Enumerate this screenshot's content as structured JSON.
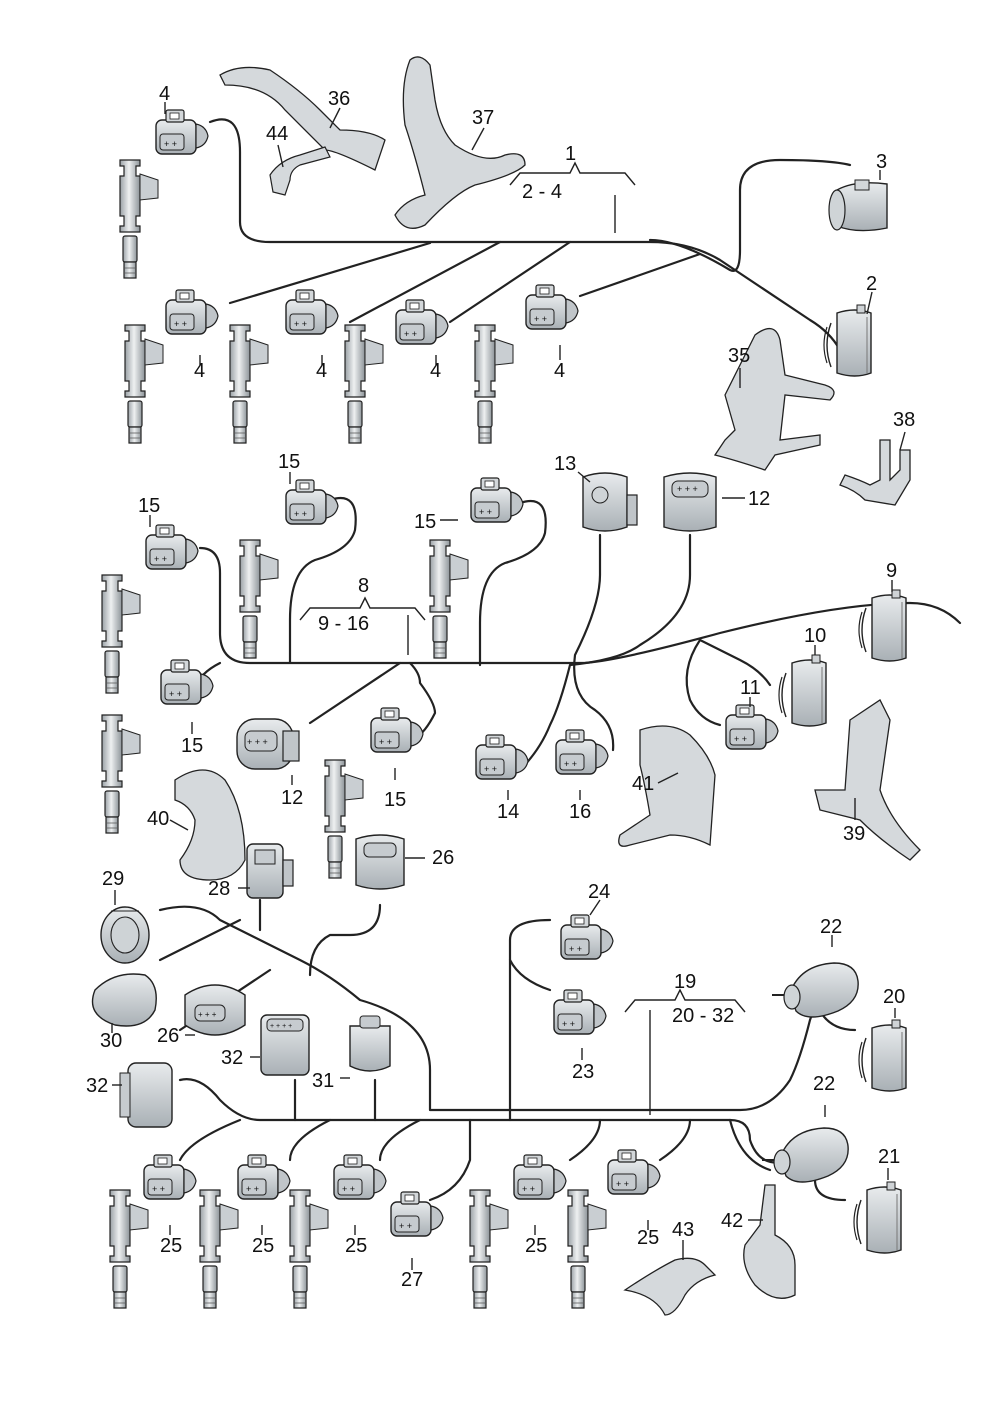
{
  "labels": {
    "l1": "1",
    "l2_4": "2 - 4",
    "l2": "2",
    "l3": "3",
    "l4": "4",
    "l8": "8",
    "l9_16": "9 - 16",
    "l9": "9",
    "l10": "10",
    "l11": "11",
    "l12": "12",
    "l13": "13",
    "l14": "14",
    "l15": "15",
    "l16": "16",
    "l19": "19",
    "l20_32": "20 - 32",
    "l20": "20",
    "l21": "21",
    "l22": "22",
    "l23": "23",
    "l24": "24",
    "l25": "25",
    "l26": "26",
    "l27": "27",
    "l28": "28",
    "l29": "29",
    "l30": "30",
    "l31": "31",
    "l32": "32",
    "l35": "35",
    "l36": "36",
    "l37": "37",
    "l38": "38",
    "l39": "39",
    "l40": "40",
    "l41": "41",
    "l42": "42",
    "l43": "43",
    "l44": "44"
  },
  "connector_marks": {
    "two_pin": "+ +",
    "four_pin": "+ + + +",
    "three_pin": "+ + +"
  },
  "colors": {
    "line": "#222222",
    "part_fill": "#d9dde0",
    "part_dark": "#aeb4b8",
    "part_light": "#eef0f1"
  }
}
